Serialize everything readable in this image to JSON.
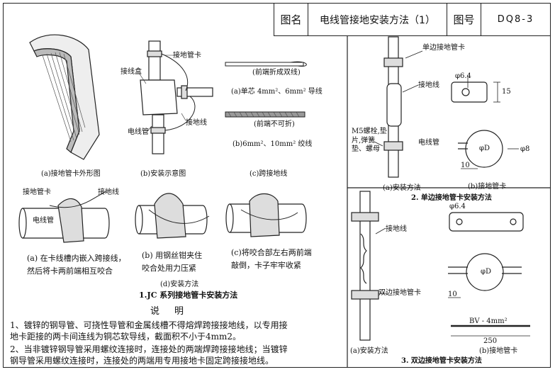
{
  "title_block": {
    "name_label": "图名",
    "title": "电线管接地安装方法（1）",
    "number_label": "图号",
    "code": "DQ8-3"
  },
  "left": {
    "a_caption": "(a)接地管卡外形图",
    "b_caption": "(b)安装示意图",
    "b_label_clip": "接地管卡",
    "b_label_box": "接线盒",
    "b_label_conduit": "电线管",
    "b_label_wire": "接地线",
    "c_single_note": "(前端折成双线)",
    "c_single_caption": "(a)单芯 4mm²、6mm² 导线",
    "c_stranded_note": "(前端不可折)",
    "c_stranded_caption": "(b)6mm²、10mm² 绞线",
    "c_caption": "(c)跨接地线",
    "d_label_clip": "接地管卡",
    "d_label_wire": "接地线",
    "d_label_conduit": "电线管",
    "d_step_a": "(a) 在卡线槽内嵌入跨接线，",
    "d_step_a2": "然后将卡两前端相互咬合",
    "d_step_b": "(b) 用钢丝钳夹住",
    "d_step_b2": "咬合处用力压紧",
    "d_step_c": "(c)将咬合部左右两前端",
    "d_step_c2": "敲倒，卡子牢牢收紧",
    "d_caption": "(d)安装方法",
    "section_title": "1.JC 系列接地管卡安装方法"
  },
  "right_top": {
    "label_clip": "单边接地管卡",
    "label_wire": "接地线",
    "label_bolt": "M5螺栓,垫片,弹簧垫、螺母",
    "label_conduit": "电线管",
    "dim_hole": "φ6.4",
    "dim_width": "15",
    "dim_d": "φD",
    "dim_8": "φ8",
    "dim_10": "10",
    "a_caption": "(a)安装方法",
    "b_caption": "(b)接地管卡",
    "section_title": "2. 单边接地管卡安装方法"
  },
  "right_bottom": {
    "label_wire": "接地线",
    "label_clip": "双边接地管卡",
    "dim_hole": "φ6.4",
    "dim_d": "φD",
    "dim_10": "10",
    "wire_spec": "BV - 4mm²",
    "dim_250": "250",
    "a_caption": "(a)安装方法",
    "b_caption": "(b)接地管卡",
    "section_title": "3. 双边接地管卡安装方法"
  },
  "notes": {
    "heading": "说　明",
    "line1": "1、镀锌的钢导管、可挠性导管和金属线槽不得熔焊跨接接地线，以专用接",
    "line2": "地卡距接的两卡间连线为铜芯软导线，截面积不小于4mm2。",
    "line3": "2、当非镀锌钢导管采用螺纹连接时，连接处的两端焊跨接接地线；当镀锌",
    "line4": "钢导管采用螺纹连接时，连接处的两端用专用接地卡固定跨接接地线。"
  }
}
